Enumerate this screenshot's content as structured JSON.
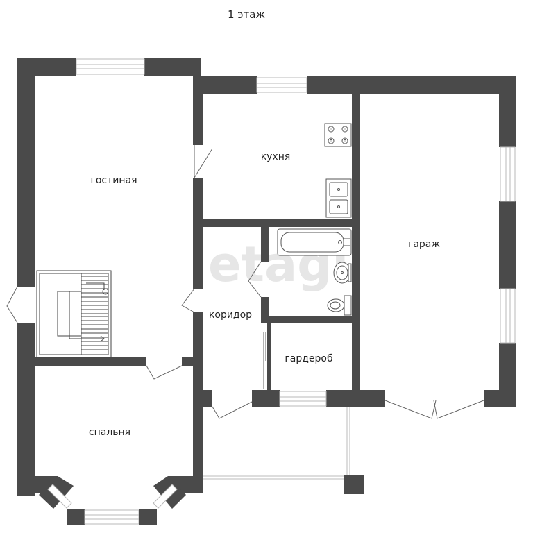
{
  "floor_title": "1 этаж",
  "watermark": "etagi",
  "rooms": {
    "living_room": "гостиная",
    "kitchen": "кухня",
    "garage": "гараж",
    "corridor": "коридор",
    "wardrobe": "гардероб",
    "bedroom": "спальня"
  },
  "colors": {
    "wall": "#4a4a4a",
    "window_line": "#b9b9b9",
    "background": "#ffffff"
  }
}
